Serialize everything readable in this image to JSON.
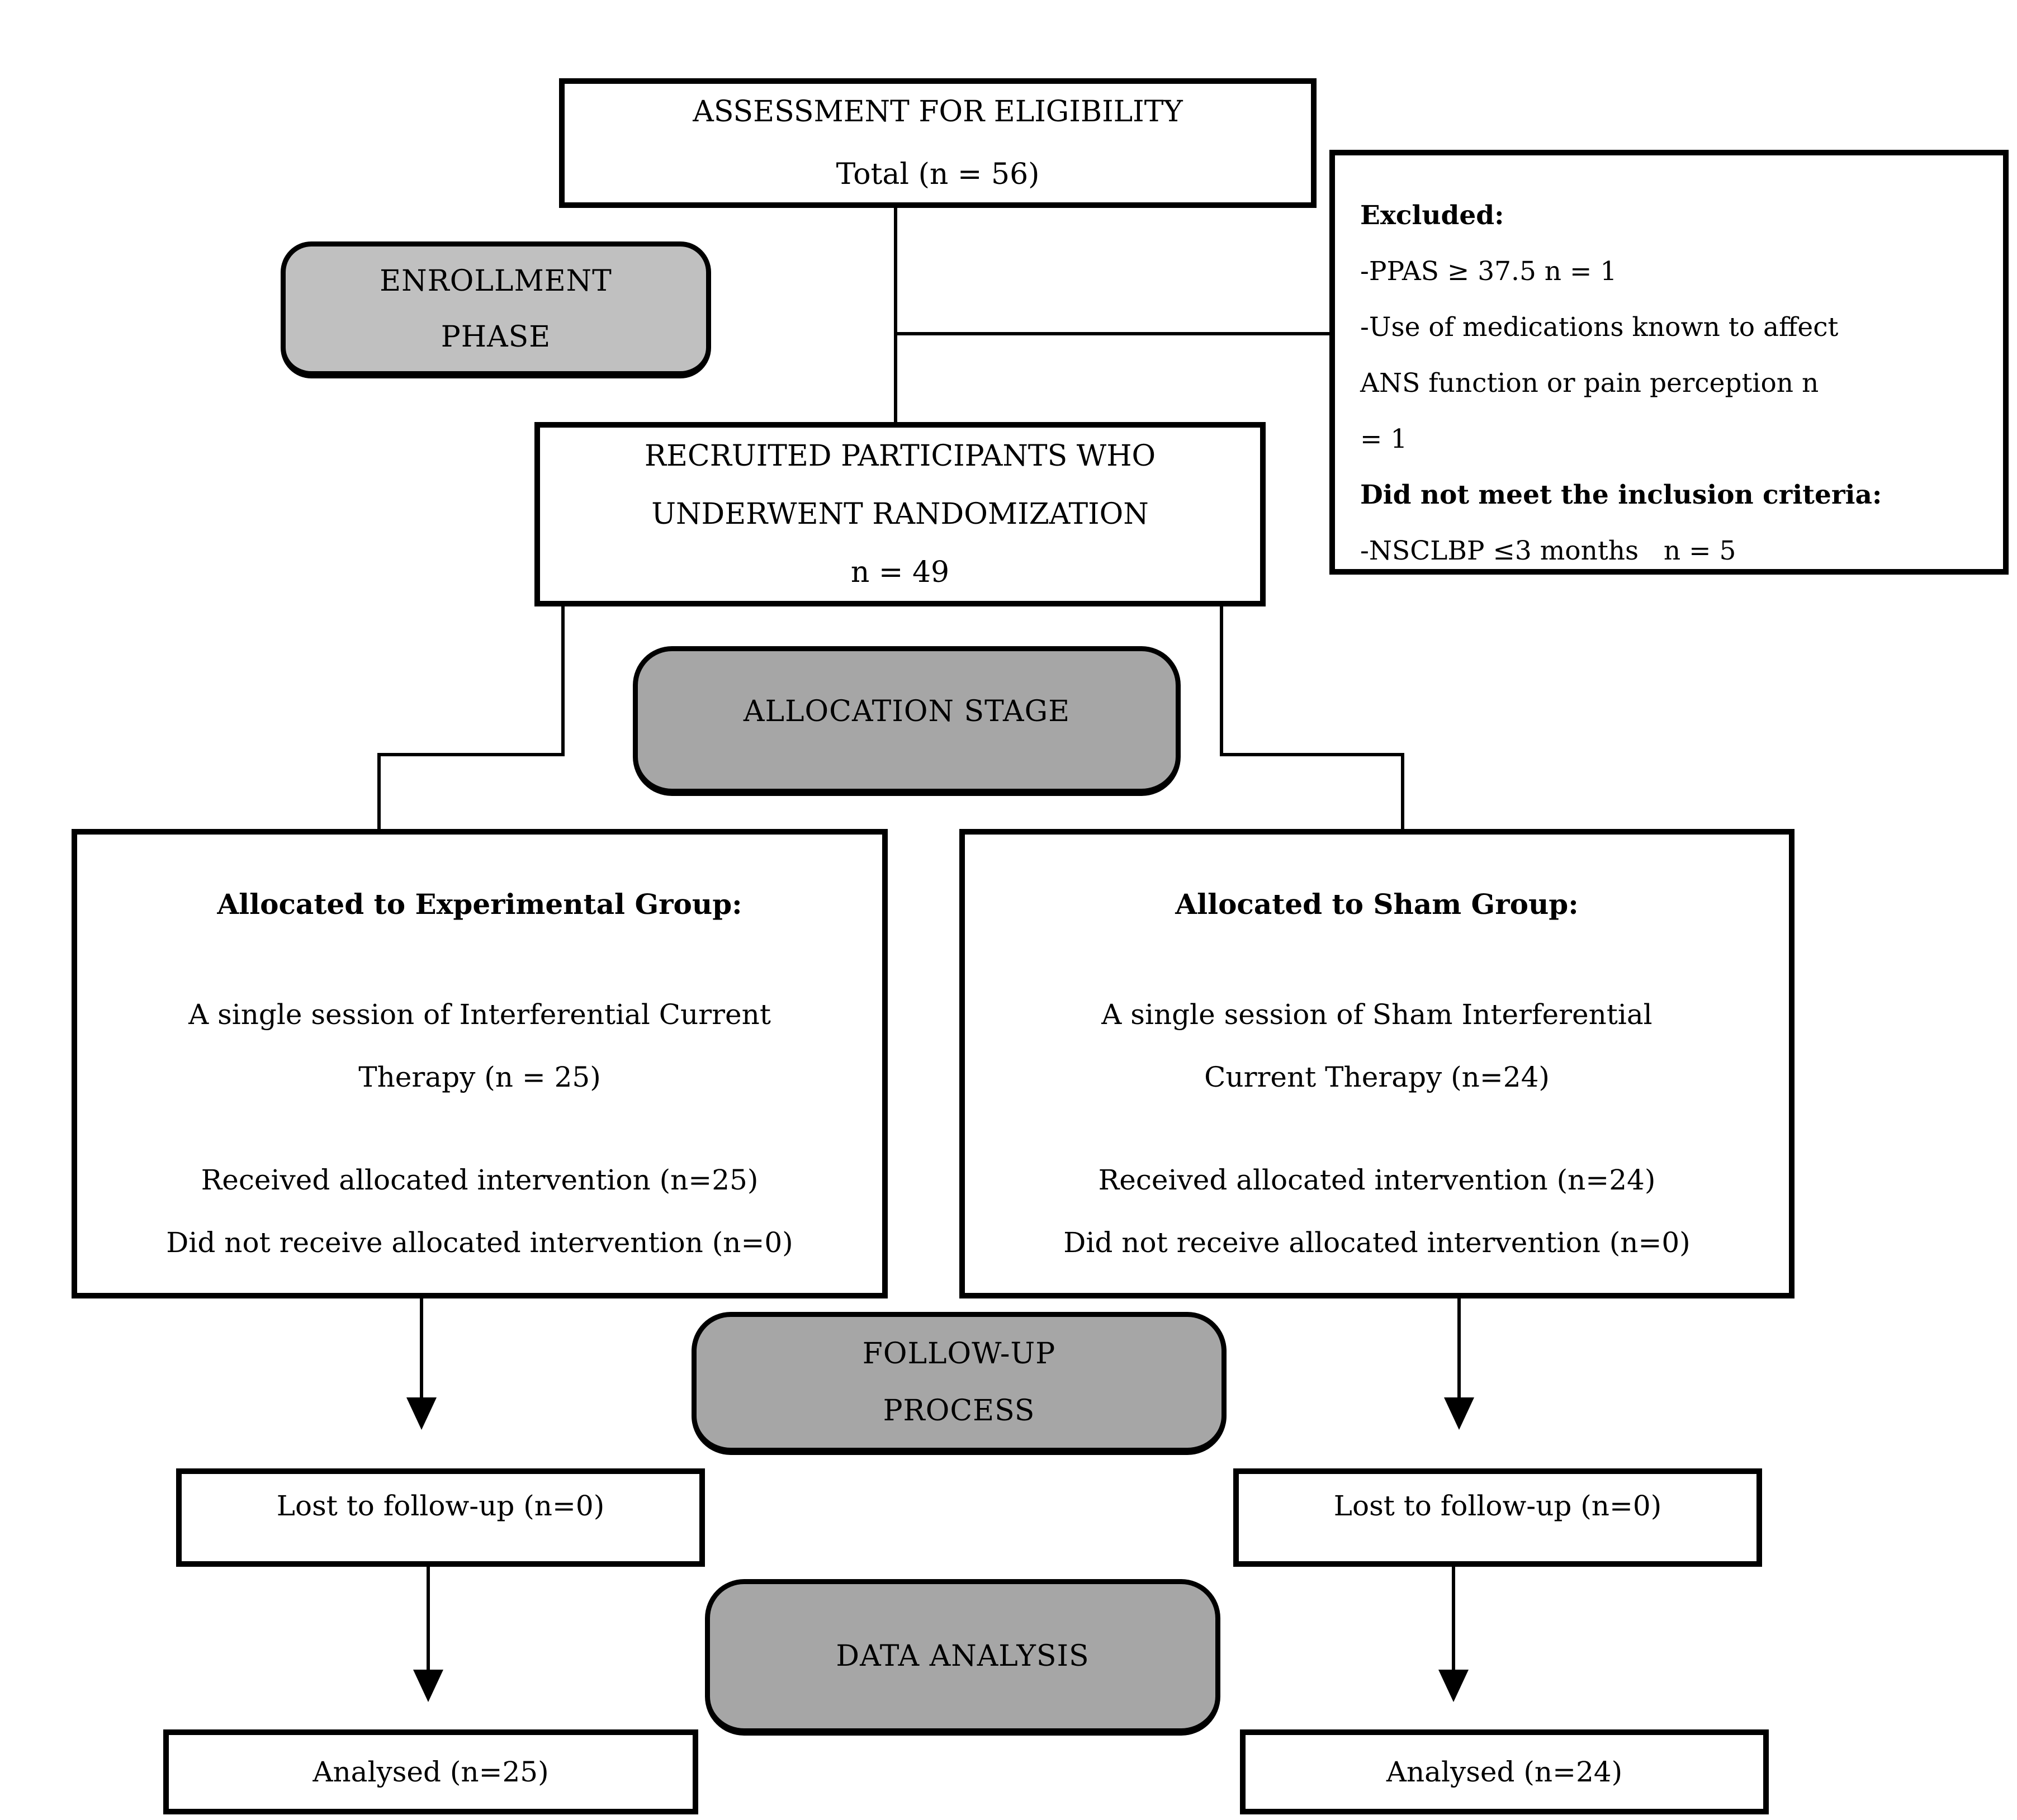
{
  "boxes": {
    "assessment": {
      "line1": "ASSESSMENT FOR ELIGIBILITY",
      "line2": "Total (n = 56)"
    },
    "enrollment": {
      "line1": "ENROLLMENT",
      "line2": "PHASE"
    },
    "excluded": {
      "lines": [
        {
          "text": "Excluded:",
          "bold": true
        },
        {
          "text": "-PPAS ≥ 37.5 n = 1",
          "bold": false
        },
        {
          "text": "-Use of medications known to affect",
          "bold": false
        },
        {
          "text": "ANS function or pain perception n",
          "bold": false
        },
        {
          "text": "= 1",
          "bold": false
        },
        {
          "text": "Did not meet the inclusion criteria:",
          "bold": true
        },
        {
          "text": "-NSCLBP ≤3 months   n = 5",
          "bold": false
        }
      ]
    },
    "recruited": {
      "line1": "RECRUITED PARTICIPANTS WHO",
      "line2": "UNDERWENT RANDOMIZATION",
      "line3": "n = 49"
    },
    "allocation_stage": {
      "label": "ALLOCATION STAGE"
    },
    "experimental_group": {
      "title": "Allocated to Experimental Group:",
      "session_line1": "A single session of Interferential Current",
      "session_line2": "Therapy (n = 25)",
      "received": "Received allocated intervention (n=25)",
      "not_received": "Did not receive allocated intervention (n=0)"
    },
    "sham_group": {
      "title": "Allocated to Sham Group:",
      "session_line1": "A single session of Sham Interferential",
      "session_line2": "Current Therapy (n=24)",
      "received": "Received allocated intervention (n=24)",
      "not_received": "Did not receive allocated intervention (n=0)"
    },
    "follow_up": {
      "line1": "FOLLOW-UP",
      "line2": "PROCESS"
    },
    "lost_left": {
      "label": "Lost to follow-up (n=0)"
    },
    "lost_right": {
      "label": "Lost to follow-up (n=0)"
    },
    "data_analysis": {
      "label": "DATA ANALYSIS"
    },
    "analysed_left": {
      "label": "Analysed (n=25)"
    },
    "analysed_right": {
      "label": "Analysed (n=24)"
    }
  },
  "colors": {
    "background": "#ffffff",
    "border": "#000000",
    "stage_fill_light": "#c0c0c0",
    "stage_fill_dark": "#a6a6a6",
    "text": "#000000"
  }
}
